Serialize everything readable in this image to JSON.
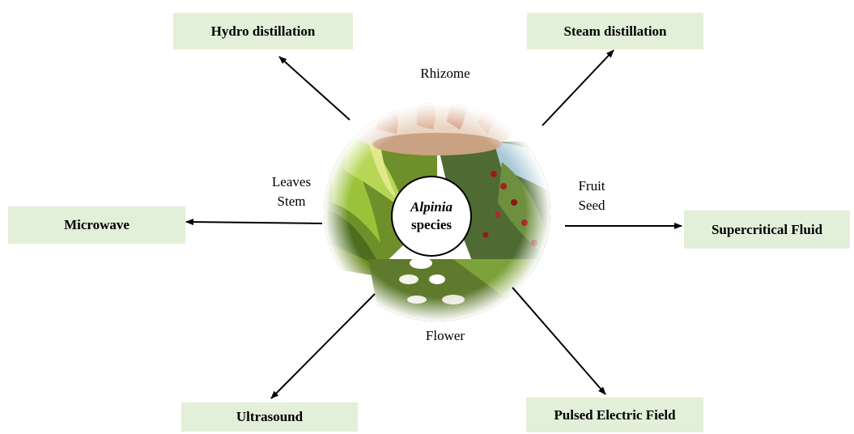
{
  "center": {
    "genus": "Alpinia",
    "word": "species"
  },
  "parts": {
    "rhizome": "Rhizome",
    "leaves": "Leaves",
    "stem": "Stem",
    "fruit": "Fruit",
    "seed": "Seed",
    "flower": "Flower"
  },
  "methods": {
    "hydro": "Hydro distillation",
    "steam": "Steam distillation",
    "microwave": "Microwave",
    "supercritical": "Supercritical Fluid",
    "ultrasound": "Ultrasound",
    "pulsed": "Pulsed Electric Field"
  },
  "colors": {
    "box_fill": "#e2efd9",
    "arrow": "#000000"
  }
}
